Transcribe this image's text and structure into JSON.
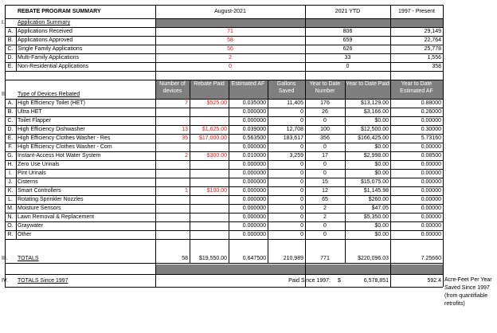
{
  "header": {
    "title": "REBATE PROGRAM SUMMARY",
    "col_month": "August-2021",
    "col_ytd": "2021 YTD",
    "col_since": "1997 - Present"
  },
  "section1": {
    "roman": "I.",
    "title": "Application Summary",
    "rows": [
      {
        "letter": "A.",
        "label": "Applications Received",
        "month": "71",
        "ytd": "806",
        "since": "29,149"
      },
      {
        "letter": "B.",
        "label": "Applications Approved",
        "month": "58",
        "ytd": "659",
        "since": "22,764"
      },
      {
        "letter": "C.",
        "label": "Single Family Applications",
        "month": "56",
        "ytd": "626",
        "since": "25,778"
      },
      {
        "letter": "D.",
        "label": "Multi-Family Applications",
        "month": "2",
        "ytd": "33",
        "since": "1,556"
      },
      {
        "letter": "E.",
        "label": "Non-Residential Applications",
        "month": "0",
        "ytd": "0",
        "since": "358"
      }
    ]
  },
  "section2": {
    "roman": "II.",
    "title": "Type of Devices Rebated",
    "col_headers": {
      "devices": "Number of devices",
      "paid": "Rebate Paid",
      "af": "Estimated AF",
      "gallons": "Gallons Saved",
      "ytd_num": "Year to Date Number",
      "ytd_paid": "Year to Date Paid",
      "ytd_af": "Year to Date Estimated AF"
    },
    "rows": [
      {
        "letter": "A.",
        "label": "High Efficiency Toilet (HET)",
        "devices": "7",
        "paid": "$525.00",
        "af": "0.035000",
        "gallons": "11,405",
        "ytd_num": "176",
        "ytd_paid": "$13,129.00",
        "ytd_af": "0.88000"
      },
      {
        "letter": "B.",
        "label": "Ultra HET",
        "devices": "",
        "paid": "",
        "af": "0.000000",
        "gallons": "0",
        "ytd_num": "26",
        "ytd_paid": "$3,166.00",
        "ytd_af": "0.26000"
      },
      {
        "letter": "C.",
        "label": "Toilet Flapper",
        "devices": "",
        "paid": "",
        "af": "0.000000",
        "gallons": "0",
        "ytd_num": "0",
        "ytd_paid": "$0.00",
        "ytd_af": "0.00000"
      },
      {
        "letter": "D.",
        "label": "High Efficiency Dishwasher",
        "devices": "13",
        "paid": "$1,625.00",
        "af": "0.039000",
        "gallons": "12,708",
        "ytd_num": "100",
        "ytd_paid": "$12,500.00",
        "ytd_af": "0.30000"
      },
      {
        "letter": "E.",
        "label": "High Efficiency Clothes Washer - Res",
        "devices": "35",
        "paid": "$17,000.00",
        "af": "0.563500",
        "gallons": "183,617",
        "ytd_num": "356",
        "ytd_paid": "$166,425.00",
        "ytd_af": "5.73160"
      },
      {
        "letter": "F.",
        "label": "High Efficiency Clothes Washer - Com",
        "devices": "",
        "paid": "",
        "af": "0.000000",
        "gallons": "0",
        "ytd_num": "0",
        "ytd_paid": "$0.00",
        "ytd_af": "0.00000"
      },
      {
        "letter": "G.",
        "label": "Instant-Access Hot Water System",
        "devices": "2",
        "paid": "$300.00",
        "af": "0.010000",
        "gallons": "3,259",
        "ytd_num": "17",
        "ytd_paid": "$2,998.00",
        "ytd_af": "0.08500"
      },
      {
        "letter": "H.",
        "label": "Zero Use Urinals",
        "devices": "",
        "paid": "",
        "af": "0.000000",
        "gallons": "0",
        "ytd_num": "0",
        "ytd_paid": "$0.00",
        "ytd_af": "0.00000"
      },
      {
        "letter": "I.",
        "label": "Pint Urinals",
        "devices": "",
        "paid": "",
        "af": "0.000000",
        "gallons": "0",
        "ytd_num": "0",
        "ytd_paid": "$0.00",
        "ytd_af": "0.00000"
      },
      {
        "letter": "J.",
        "label": "Cisterns",
        "devices": "",
        "paid": "",
        "af": "0.000000",
        "gallons": "0",
        "ytd_num": "15",
        "ytd_paid": "$15,075.00",
        "ytd_af": "0.00000"
      },
      {
        "letter": "K.",
        "label": "Smart Controllers",
        "devices": "1",
        "paid": "$100.00",
        "af": "0.000000",
        "gallons": "0",
        "ytd_num": "12",
        "ytd_paid": "$1,145.98",
        "ytd_af": "0.00000"
      },
      {
        "letter": "L.",
        "label": "Rotating Sprinkler Nozzles",
        "devices": "",
        "paid": "",
        "af": "0.000000",
        "gallons": "0",
        "ytd_num": "65",
        "ytd_paid": "$260.00",
        "ytd_af": "0.00000"
      },
      {
        "letter": "M.",
        "label": "Moisture Sensors",
        "devices": "",
        "paid": "",
        "af": "0.000000",
        "gallons": "0",
        "ytd_num": "2",
        "ytd_paid": "$47.05",
        "ytd_af": "0.00000"
      },
      {
        "letter": "N.",
        "label": "Lawn Removal & Replacement",
        "devices": "",
        "paid": "",
        "af": "0.000000",
        "gallons": "0",
        "ytd_num": "2",
        "ytd_paid": "$5,350.00",
        "ytd_af": "0.00000"
      },
      {
        "letter": "O.",
        "label": "Graywater",
        "devices": "",
        "paid": "",
        "af": "0.000000",
        "gallons": "0",
        "ytd_num": "0",
        "ytd_paid": "$0.00",
        "ytd_af": "0.00000"
      },
      {
        "letter": "R.",
        "label": "Other",
        "devices": "",
        "paid": "",
        "af": "0.000000",
        "gallons": "0",
        "ytd_num": "0",
        "ytd_paid": "$0.00",
        "ytd_af": "0.00000"
      }
    ]
  },
  "totals": {
    "roman": "III.",
    "label": "TOTALS",
    "devices": "58",
    "paid": "$19,550.00",
    "af": "0.647500",
    "gallons": "210,989",
    "ytd_num": "771",
    "ytd_paid": "$220,096.03",
    "ytd_af": "7.25660"
  },
  "since1997": {
    "roman": "IV.",
    "label": "TOTALS Since 1997",
    "paid_label": "Paid Since 1997:",
    "currency": "$",
    "paid_value": "6,578,851",
    "af_value": "592.4",
    "af_note": "Acre-Feet Per Year Saved Since 1997 (from quantifiable retrofits)"
  },
  "colors": {
    "band": "#7f7f7f",
    "accent_red": "#e01a1a"
  }
}
